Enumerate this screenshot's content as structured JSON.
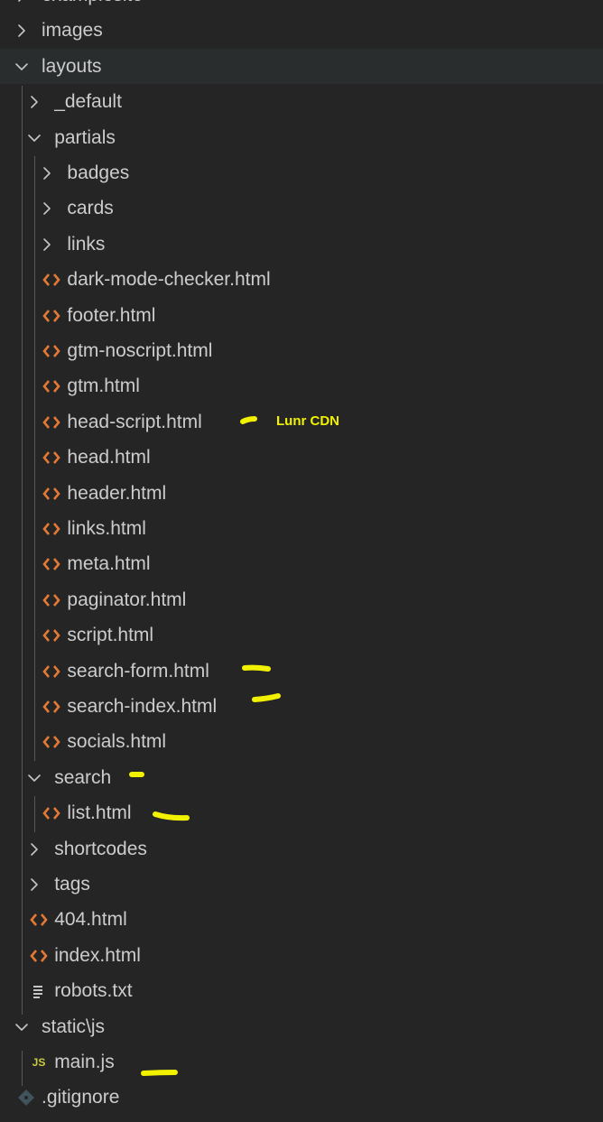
{
  "explorer": {
    "items": [
      {
        "label": "examplesite",
        "kind": "folder",
        "expanded": false,
        "depth": 0,
        "icon": "chevron-right-icon"
      },
      {
        "label": "images",
        "kind": "folder",
        "expanded": false,
        "depth": 0,
        "icon": "chevron-right-icon"
      },
      {
        "label": "layouts",
        "kind": "folder",
        "expanded": true,
        "depth": 0,
        "icon": "chevron-down-icon",
        "selected": true
      },
      {
        "label": "_default",
        "kind": "folder",
        "expanded": false,
        "depth": 1,
        "icon": "chevron-right-icon"
      },
      {
        "label": "partials",
        "kind": "folder",
        "expanded": true,
        "depth": 1,
        "icon": "chevron-down-icon"
      },
      {
        "label": "badges",
        "kind": "folder",
        "expanded": false,
        "depth": 2,
        "icon": "chevron-right-icon"
      },
      {
        "label": "cards",
        "kind": "folder",
        "expanded": false,
        "depth": 2,
        "icon": "chevron-right-icon"
      },
      {
        "label": "links",
        "kind": "folder",
        "expanded": false,
        "depth": 2,
        "icon": "chevron-right-icon"
      },
      {
        "label": "dark-mode-checker.html",
        "kind": "html",
        "depth": 2,
        "icon": "html-file-icon"
      },
      {
        "label": "footer.html",
        "kind": "html",
        "depth": 2,
        "icon": "html-file-icon"
      },
      {
        "label": "gtm-noscript.html",
        "kind": "html",
        "depth": 2,
        "icon": "html-file-icon"
      },
      {
        "label": "gtm.html",
        "kind": "html",
        "depth": 2,
        "icon": "html-file-icon"
      },
      {
        "label": "head-script.html",
        "kind": "html",
        "depth": 2,
        "icon": "html-file-icon"
      },
      {
        "label": "head.html",
        "kind": "html",
        "depth": 2,
        "icon": "html-file-icon"
      },
      {
        "label": "header.html",
        "kind": "html",
        "depth": 2,
        "icon": "html-file-icon"
      },
      {
        "label": "links.html",
        "kind": "html",
        "depth": 2,
        "icon": "html-file-icon"
      },
      {
        "label": "meta.html",
        "kind": "html",
        "depth": 2,
        "icon": "html-file-icon"
      },
      {
        "label": "paginator.html",
        "kind": "html",
        "depth": 2,
        "icon": "html-file-icon"
      },
      {
        "label": "script.html",
        "kind": "html",
        "depth": 2,
        "icon": "html-file-icon"
      },
      {
        "label": "search-form.html",
        "kind": "html",
        "depth": 2,
        "icon": "html-file-icon"
      },
      {
        "label": "search-index.html",
        "kind": "html",
        "depth": 2,
        "icon": "html-file-icon"
      },
      {
        "label": "socials.html",
        "kind": "html",
        "depth": 2,
        "icon": "html-file-icon"
      },
      {
        "label": "search",
        "kind": "folder",
        "expanded": true,
        "depth": 1,
        "icon": "chevron-down-icon"
      },
      {
        "label": "list.html",
        "kind": "html",
        "depth": 2,
        "icon": "html-file-icon"
      },
      {
        "label": "shortcodes",
        "kind": "folder",
        "expanded": false,
        "depth": 1,
        "icon": "chevron-right-icon"
      },
      {
        "label": "tags",
        "kind": "folder",
        "expanded": false,
        "depth": 1,
        "icon": "chevron-right-icon"
      },
      {
        "label": "404.html",
        "kind": "html",
        "depth": 1,
        "icon": "html-file-icon"
      },
      {
        "label": "index.html",
        "kind": "html",
        "depth": 1,
        "icon": "html-file-icon"
      },
      {
        "label": "robots.txt",
        "kind": "text",
        "depth": 1,
        "icon": "text-file-icon"
      },
      {
        "label": "static\\js",
        "kind": "folder",
        "expanded": true,
        "depth": 0,
        "icon": "chevron-down-icon"
      },
      {
        "label": "main.js",
        "kind": "js",
        "depth": 1,
        "icon": "js-file-icon"
      },
      {
        "label": ".gitignore",
        "kind": "git",
        "depth": 0,
        "icon": "git-file-icon"
      }
    ]
  },
  "annotation": {
    "note": "Lunr CDN",
    "color": "#f2f200"
  },
  "colors": {
    "background": "#252526",
    "text": "#cccccc",
    "html_icon": "#e37933",
    "js_icon": "#cbcb41",
    "git_icon": "#41535b",
    "selected_row": "#2a2d2e"
  }
}
